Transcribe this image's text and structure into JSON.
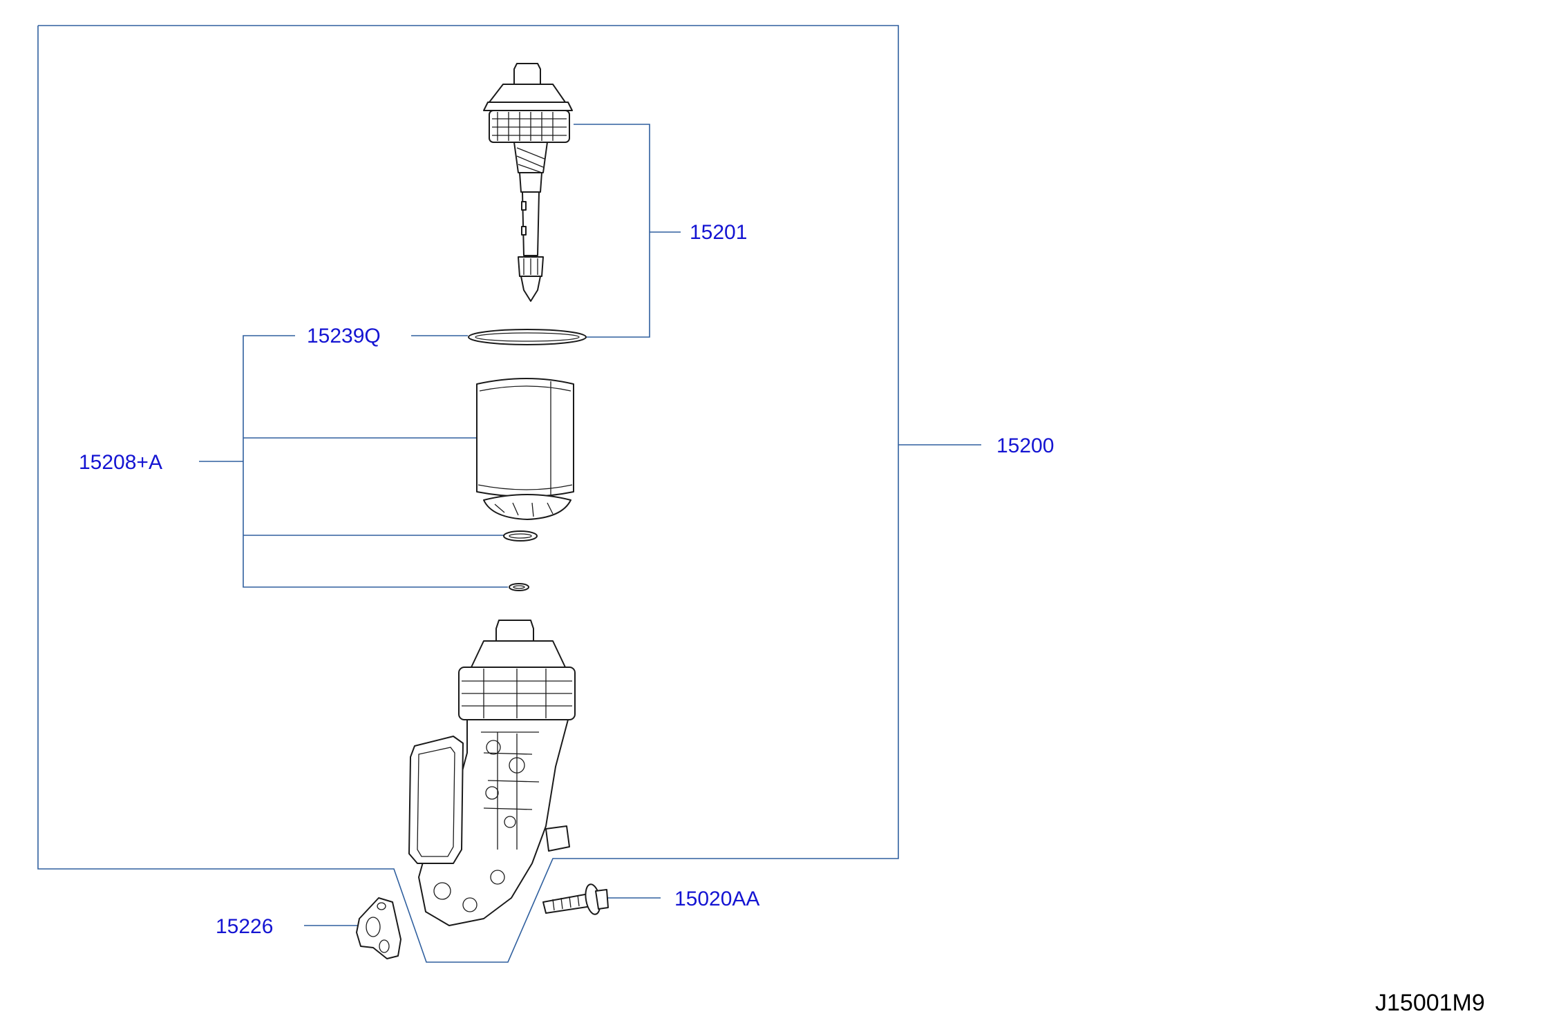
{
  "diagram": {
    "code": "J15001M9",
    "label_color": "#1414d2",
    "line_color": "#2f5f9e",
    "labels": {
      "p15201": "15201",
      "p15239q": "15239Q",
      "p15208a": "15208+A",
      "p15200": "15200",
      "p15020aa": "15020AA",
      "p15226": "15226"
    }
  }
}
